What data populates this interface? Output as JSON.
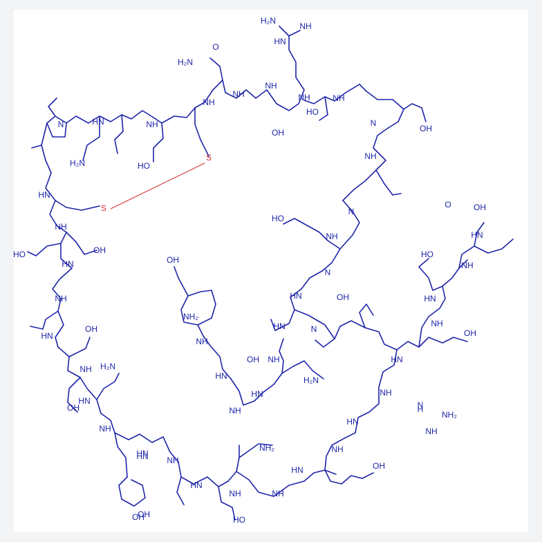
{
  "colors": {
    "bond": "#1d24a8",
    "label": "#1d24a8",
    "disulfide": "#d42a2a",
    "background": "#ffffff",
    "frame": "#f3f4f6"
  },
  "labels": {
    "h2n_guan_top": "H₂N",
    "nh_guan_top": "NH",
    "hn_guan_top": "HN",
    "h2n_gln_top": "H₂N",
    "o_gln_top": "O",
    "oh_glu_top": "OH",
    "oh_glu_right": "OH",
    "ho_thr_top": "HO",
    "nh_1": "NH",
    "nh_2": "NH",
    "nh_3": "NH",
    "nh_4": "NH",
    "nh_5": "NH",
    "nh_6": "NH",
    "n_pro_1": "N",
    "n_pro_2": "N",
    "hn_1": "HN",
    "h2n_asn": "H₂N",
    "ho_glu_left": "HO",
    "s_top": "S",
    "s_left": "S",
    "hn_cys": "HN",
    "nh_asp": "NH",
    "ho_asp_left": "HO",
    "oh_glu_left2": "OH",
    "hn_glu_left2": "HN",
    "nh_leu_left": "NH",
    "hn_ser_left": "HN",
    "oh_ser_left": "OH",
    "nh_ser_left2": "NH",
    "h2n_gln_left": "H₂N",
    "hn_gln_left": "HN",
    "oh_asp_left2": "OH",
    "nh_tyr_left": "NH",
    "hn_gly_left": "HN",
    "oh_tyr_left": "OH",
    "oh_tyr_mid": "OH",
    "nh2_tyr_mid": "NH₂",
    "nh_leu_mid": "NH",
    "hn_gly_mid": "HN",
    "nh_ala_mid": "NH",
    "oh_ser_mid": "OH",
    "hn_ser_mid": "HN",
    "nh_thr_mid": "NH",
    "h2n_lys_mid": "H₂N",
    "ho_asp_mid": "HO",
    "nh_asp_mid": "NH",
    "n_pro_mid": "N",
    "hn_ser_mid2": "HN",
    "oh_ser_mid2": "OH",
    "n_pro_mid2": "N",
    "hn_val_mid": "HN",
    "nh_leu_mid2": "NH",
    "n_pro_mid3": "N",
    "oh_ile_top": "OH",
    "o_ile_top": "O",
    "hn_ile_top": "HN",
    "ho_thr_right": "HO",
    "nh_thr_right": "NH",
    "hn_gly_right": "HN",
    "nh_gly_right": "NH",
    "oh_tyr_right": "OH",
    "hn_tyr_right": "HN",
    "nh_ile_right": "NH",
    "h_nh_arg_right": "H",
    "n_arg_right": "N",
    "nh2_arg_right": "NH₂",
    "nh_arg_right": "NH",
    "hn_lys_right": "HN",
    "nh_lys_right": "NH",
    "hn_tyr_bottom": "HN",
    "oh_tyr_bottom": "OH",
    "nh_ala_bottom": "NH",
    "nh2_lys_bottom": "NH₂",
    "hn_lys_bottom": "HN",
    "nh_thr_bottom": "NH",
    "ho_thr_bottom": "HO",
    "nh_leu_bottom": "NH",
    "oh_tyr_bottom2": "OH",
    "hn_gly_bottom": "HN"
  }
}
